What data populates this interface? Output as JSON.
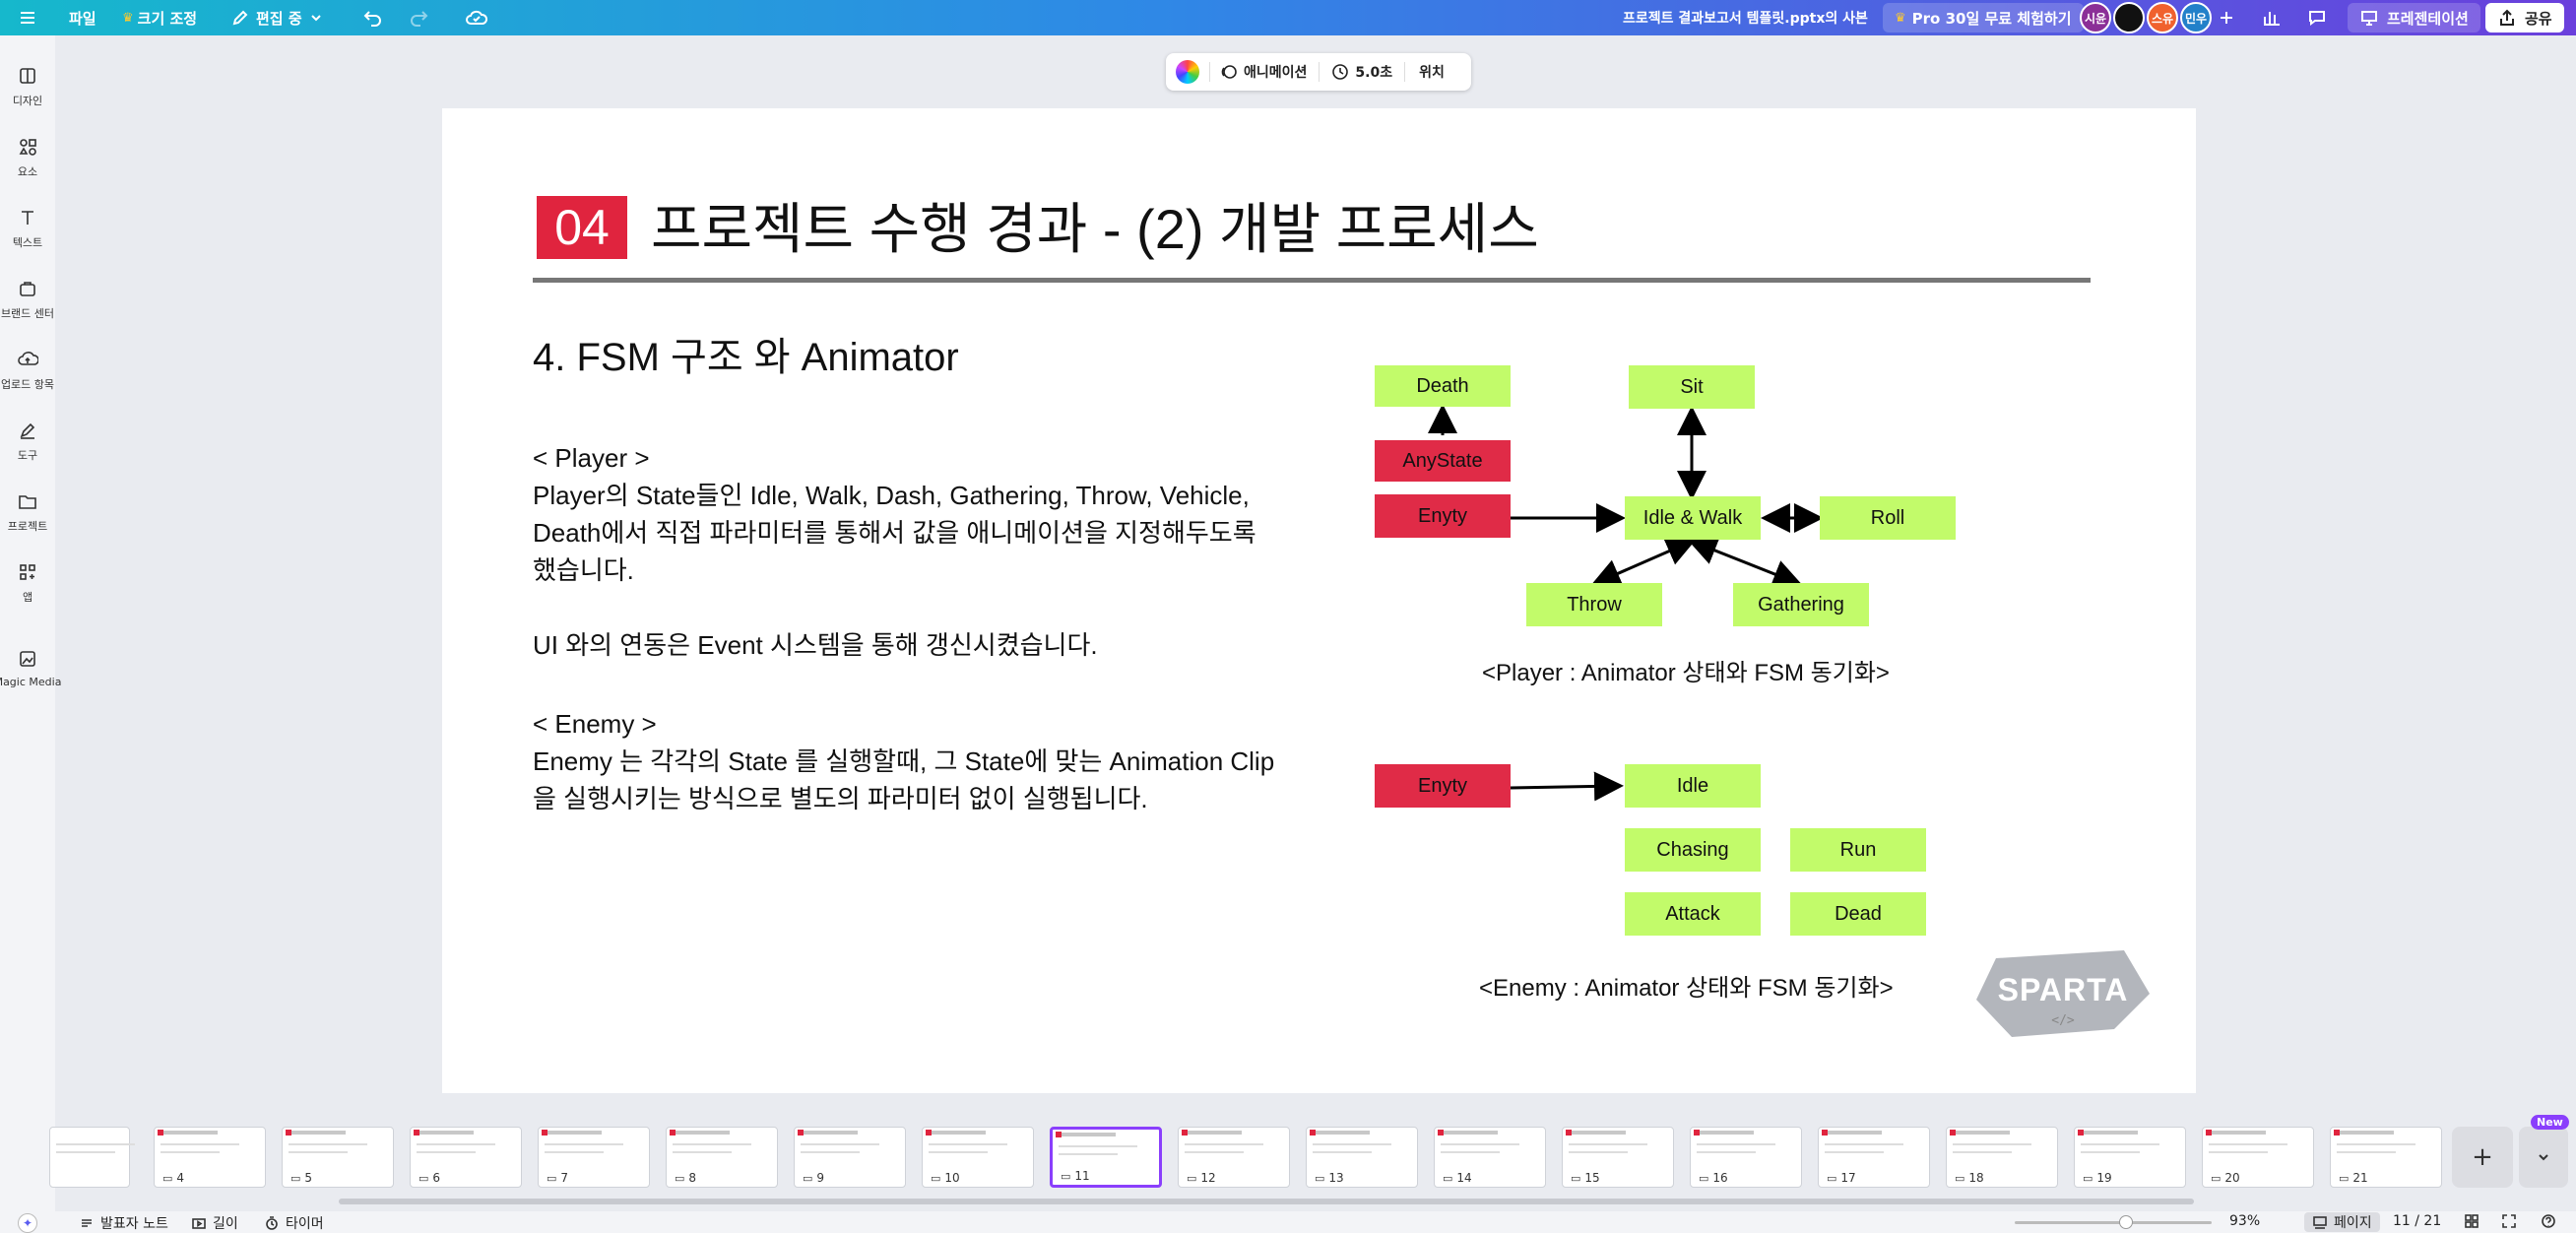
{
  "topbar": {
    "file_label": "파일",
    "resize_label": "크기 조정",
    "edit_mode_label": "편집 중",
    "doc_title": "프로젝트 결과보고서 템플릿.pptx의 사본",
    "pro_label": "Pro 30일 무료 체험하기",
    "avatars": [
      "시윤",
      "",
      "스유",
      "민우"
    ],
    "present_label": "프레젠테이션",
    "share_label": "공유"
  },
  "rail": {
    "items": [
      "디자인",
      "요소",
      "텍스트",
      "브랜드 센터",
      "업로드 항목",
      "도구",
      "프로젝트",
      "앱",
      "Magic Media"
    ]
  },
  "float_toolbar": {
    "animation_label": "애니메이션",
    "duration_label": "5.0초",
    "position_label": "위치"
  },
  "slide": {
    "number": "04",
    "title": "프로젝트 수행 경과 - (2) 개발 프로세스",
    "subtitle": "4. FSM 구조 와 Animator",
    "player_heading": "< Player >",
    "player_line1": "Player의 State들인 Idle, Walk, Dash, Gathering, Throw, Vehicle,",
    "player_line2": "Death에서 직접 파라미터를 통해서 값을 애니메이션을 지정해두도록",
    "player_line3": "했습니다.",
    "ui_line": "UI 와의 연동은 Event 시스템을 통해 갱신시켰습니다.",
    "enemy_heading": "< Enemy >",
    "enemy_line1": "Enemy 는 각각의 State 를 실행할때, 그 State에 맞는 Animation Clip",
    "enemy_line2": "을 실행시키는 방식으로 별도의 파라미터 없이 실행됩니다.",
    "player_nodes": {
      "death": "Death",
      "anystate": "AnyState",
      "enyty": "Enyty",
      "sit": "Sit",
      "idle_walk": "Idle & Walk",
      "roll": "Roll",
      "throw": "Throw",
      "gathering": "Gathering"
    },
    "player_caption": "<Player : Animator 상태와 FSM 동기화>",
    "enemy_nodes": {
      "enyty": "Enyty",
      "idle": "Idle",
      "chasing": "Chasing",
      "run": "Run",
      "attack": "Attack",
      "dead": "Dead"
    },
    "enemy_caption": "<Enemy : Animator 상태와 FSM 동기화>",
    "logo_text": "SPARTA",
    "logo_sub": "</>"
  },
  "colors": {
    "accent_red": "#e0243e",
    "node_green": "#c2fb6a",
    "node_red": "#e02b47",
    "active_thumb": "#8a3ffc"
  },
  "thumbnails": [
    "4",
    "5",
    "6",
    "7",
    "8",
    "9",
    "10",
    "11",
    "12",
    "13",
    "14",
    "15",
    "16",
    "17",
    "18",
    "19",
    "20",
    "21"
  ],
  "new_badge": "New",
  "status": {
    "notes_label": "발표자 노트",
    "duration_label": "길이",
    "timer_label": "타이머",
    "zoom": "93%",
    "pages_label": "페이지",
    "page_count": "11 / 21"
  }
}
